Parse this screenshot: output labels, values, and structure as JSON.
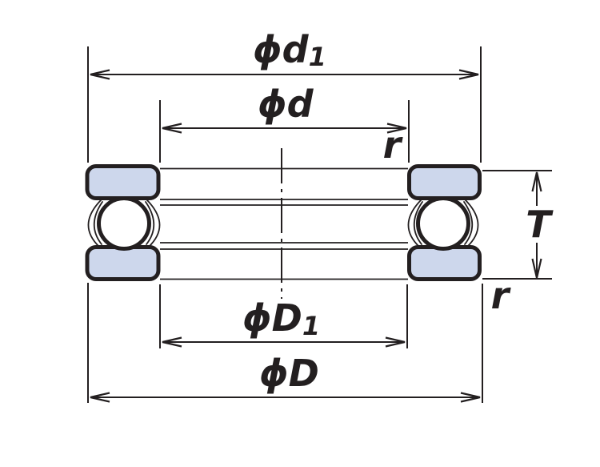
{
  "diagram": {
    "labels": {
      "dim_d1": {
        "text": "ϕd",
        "sub": "1"
      },
      "dim_d": {
        "text": "ϕd"
      },
      "dim_D1": {
        "text": "ϕD",
        "sub": "1"
      },
      "dim_D": {
        "text": "ϕD"
      },
      "dim_T": {
        "text": "T"
      },
      "fillet_r_top": {
        "text": "r"
      },
      "fillet_r_bottom": {
        "text": "r"
      }
    },
    "colors": {
      "line": "#231f20",
      "washer_fill": "#cdd7ec",
      "ball_fill": "#ffffff",
      "background": "#ffffff"
    }
  }
}
